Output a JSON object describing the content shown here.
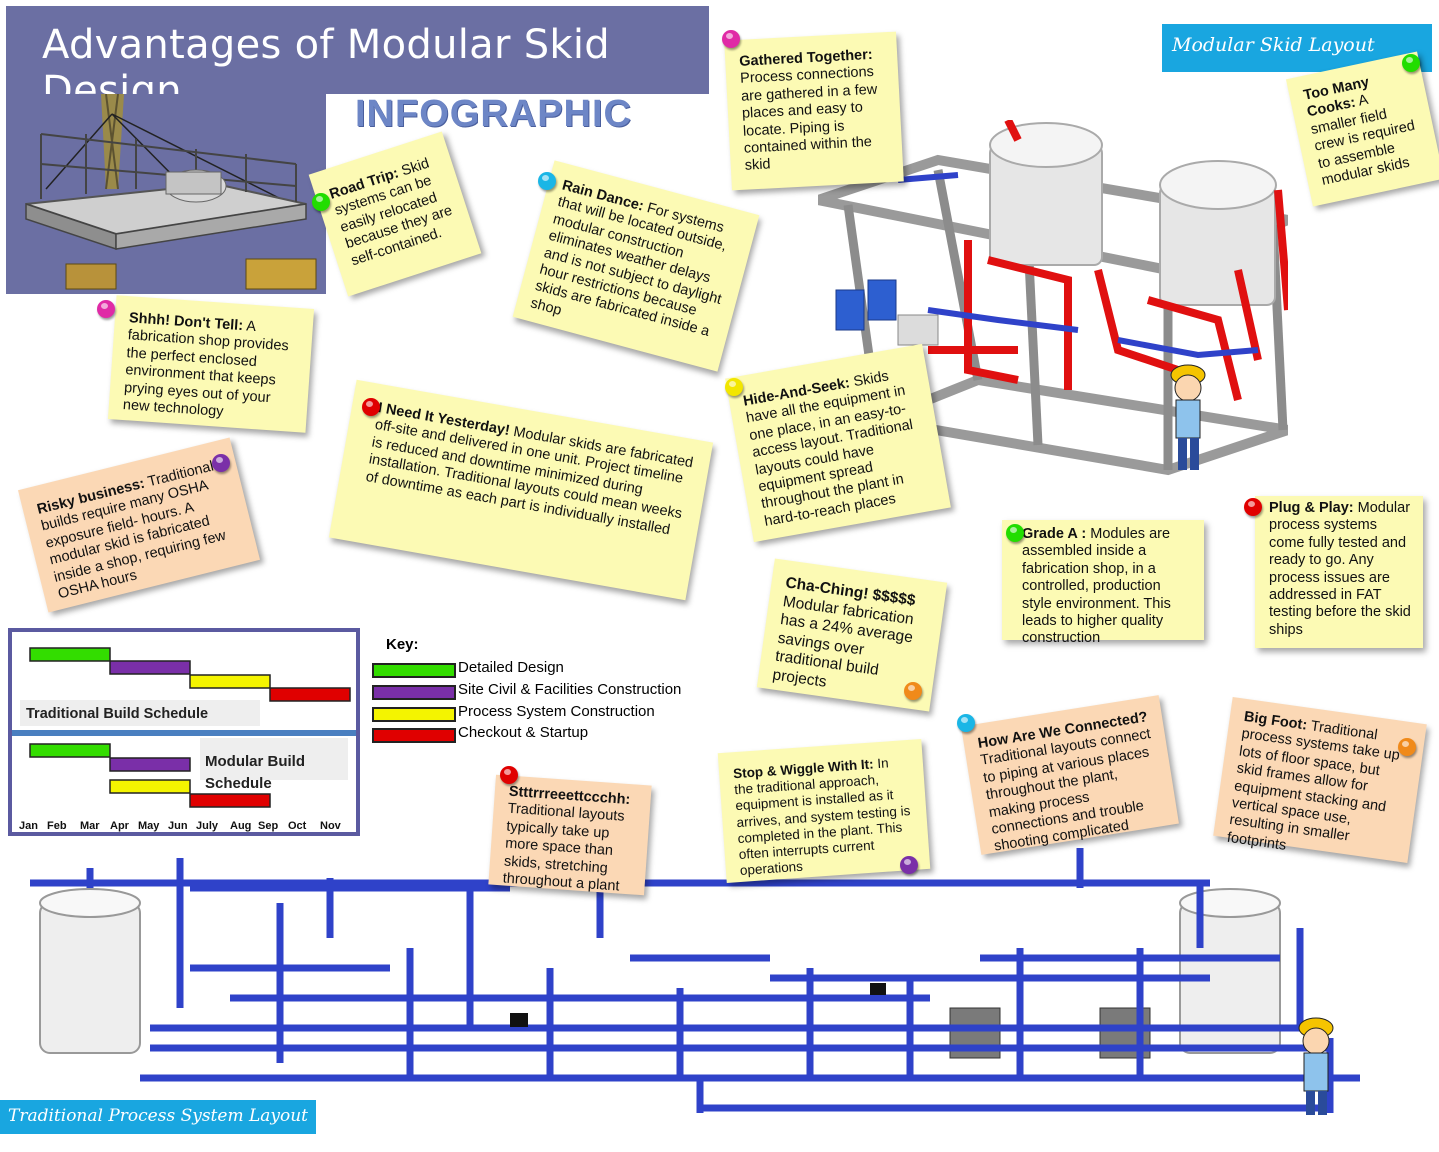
{
  "header": {
    "title": "Advantages of Modular Skid Design",
    "subtitle": "INFOGRAPHIC"
  },
  "labels": {
    "modular_layout": "Modular Skid Layout",
    "traditional_layout": "Traditional Process System Layout"
  },
  "notes": {
    "road_trip": {
      "title": "Road Trip:",
      "body": "Skid systems can be easily relocated because they are self-contained."
    },
    "rain_dance": {
      "title": "Rain Dance:",
      "body": "For systems that will be located outside, modular construction eliminates weather delays and is not subject to daylight hour restrictions because skids are fabricated inside a shop"
    },
    "gathered": {
      "title": "Gathered Together:",
      "body": "Process connections are gathered in a few places and easy to locate. Piping is contained within the skid"
    },
    "too_many": {
      "title": "Too Many Cooks:",
      "body": "A smaller field crew is required to assemble modular skids"
    },
    "shhh": {
      "title": "Shhh! Don't Tell:",
      "body": "A fabrication shop provides the perfect enclosed environment that keeps prying eyes out of your new technology"
    },
    "hide_seek": {
      "title": "Hide-And-Seek:",
      "body": "Skids have all the equipment in one place, in an easy-to-access layout. Traditional layouts could have equipment spread throughout the plant in hard-to-reach places"
    },
    "risky": {
      "title": "Risky business:",
      "body": "Traditional builds require many OSHA exposure field- hours. A modular skid is fabricated inside a shop, requiring few OSHA hours"
    },
    "yesterday": {
      "title": "I Need It Yesterday!",
      "body": "Modular skids are fabricated off-site and delivered in one unit. Project timeline is reduced and downtime minimized during installation. Traditional layouts could mean weeks of downtime as each part is individually installed"
    },
    "grade_a": {
      "title": "Grade A :",
      "body": "Modules are assembled inside a fabrication shop, in a controlled, production style environment. This leads to higher quality construction"
    },
    "plug_play": {
      "title": "Plug & Play:",
      "body": "Modular process systems come fully tested and ready to go. Any process issues are addressed in FAT testing before the skid ships"
    },
    "cha_ching": {
      "title": "Cha-Ching! $$$$$",
      "body": "Modular fabrication has a 24% average savings over traditional build projects"
    },
    "stretch": {
      "title": "Stttrrreeettccchh:",
      "body": "Traditional layouts typically take up more space than skids, stretching throughout a plant"
    },
    "stop_wiggle": {
      "title": "Stop & Wiggle With It:",
      "body": "In the traditional approach, equipment is installed as it arrives, and system testing is completed in the plant. This often interrupts current operations"
    },
    "connected": {
      "title": "How Are We Connected?",
      "body": "Traditional layouts connect to piping at various places throughout the plant, making process connections and trouble shooting complicated"
    },
    "big_foot": {
      "title": "Big Foot:",
      "body": "Traditional process systems take up lots of floor space, but skid frames allow for equipment stacking and vertical space use, resulting in smaller footprints"
    }
  },
  "schedule": {
    "traditional_label": "Traditional Build Schedule",
    "modular_label": "Modular Build Schedule",
    "months": [
      "Jan",
      "Feb",
      "Mar",
      "Apr",
      "May",
      "Jun",
      "July",
      "Aug",
      "Sep",
      "Oct",
      "Nov"
    ]
  },
  "key": {
    "title": "Key:",
    "items": [
      {
        "label": "Detailed Design",
        "color": "#33dd00"
      },
      {
        "label": "Site Civil & Facilities Construction",
        "color": "#7a2fa8"
      },
      {
        "label": "Process System Construction",
        "color": "#f4f400"
      },
      {
        "label": "Checkout & Startup",
        "color": "#e00000"
      }
    ]
  },
  "colors": {
    "title_bg": "#6b6fa3",
    "label_bg": "#19a6e0",
    "note_yellow": "#fcfab4",
    "note_peach": "#fbd8b5",
    "pipe_blue": "#2f42c9",
    "pipe_red": "#e01010",
    "frame_gray": "#9a9a9a"
  }
}
